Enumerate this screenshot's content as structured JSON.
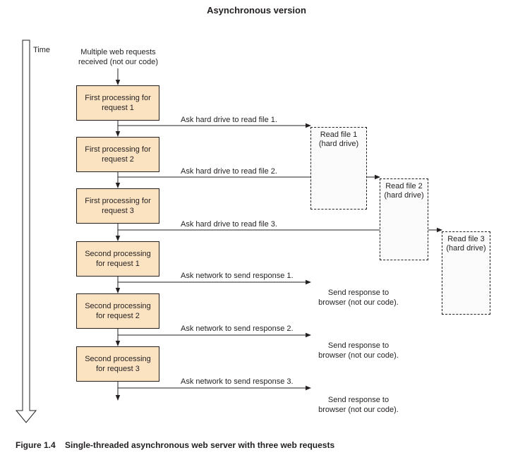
{
  "title": "Asynchronous version",
  "time_axis": {
    "label": "Time"
  },
  "start_note": "Multiple web requests\nreceived (not our code)",
  "steps": [
    {
      "label": "First processing for\nrequest 1",
      "message": "Ask hard drive to read file 1."
    },
    {
      "label": "First processing for\nrequest 2",
      "message": "Ask hard drive to read file 2."
    },
    {
      "label": "First processing for\nrequest 3",
      "message": "Ask hard drive to read file 3."
    },
    {
      "label": "Second processing\nfor request 1",
      "message": "Ask network to send response 1."
    },
    {
      "label": "Second processing\nfor request 2",
      "message": "Ask network to send response 2."
    },
    {
      "label": "Second processing\nfor request 3",
      "message": "Ask network to send response 3."
    }
  ],
  "file_reads": [
    {
      "label": "Read file 1\n(hard drive)"
    },
    {
      "label": "Read file 2\n(hard drive)"
    },
    {
      "label": "Read file 3\n(hard drive)"
    }
  ],
  "responses": [
    {
      "label": "Send response to\nbrowser (not our code)."
    },
    {
      "label": "Send response to\nbrowser (not our code)."
    },
    {
      "label": "Send response to\nbrowser (not our code)."
    }
  ],
  "caption": {
    "figure": "Figure 1.4",
    "text": "Single-threaded asynchronous web server with three web requests"
  },
  "colors": {
    "box_fill": "#fbe3c2",
    "line": "#231f20",
    "file_fill": "#fbfbfb"
  }
}
